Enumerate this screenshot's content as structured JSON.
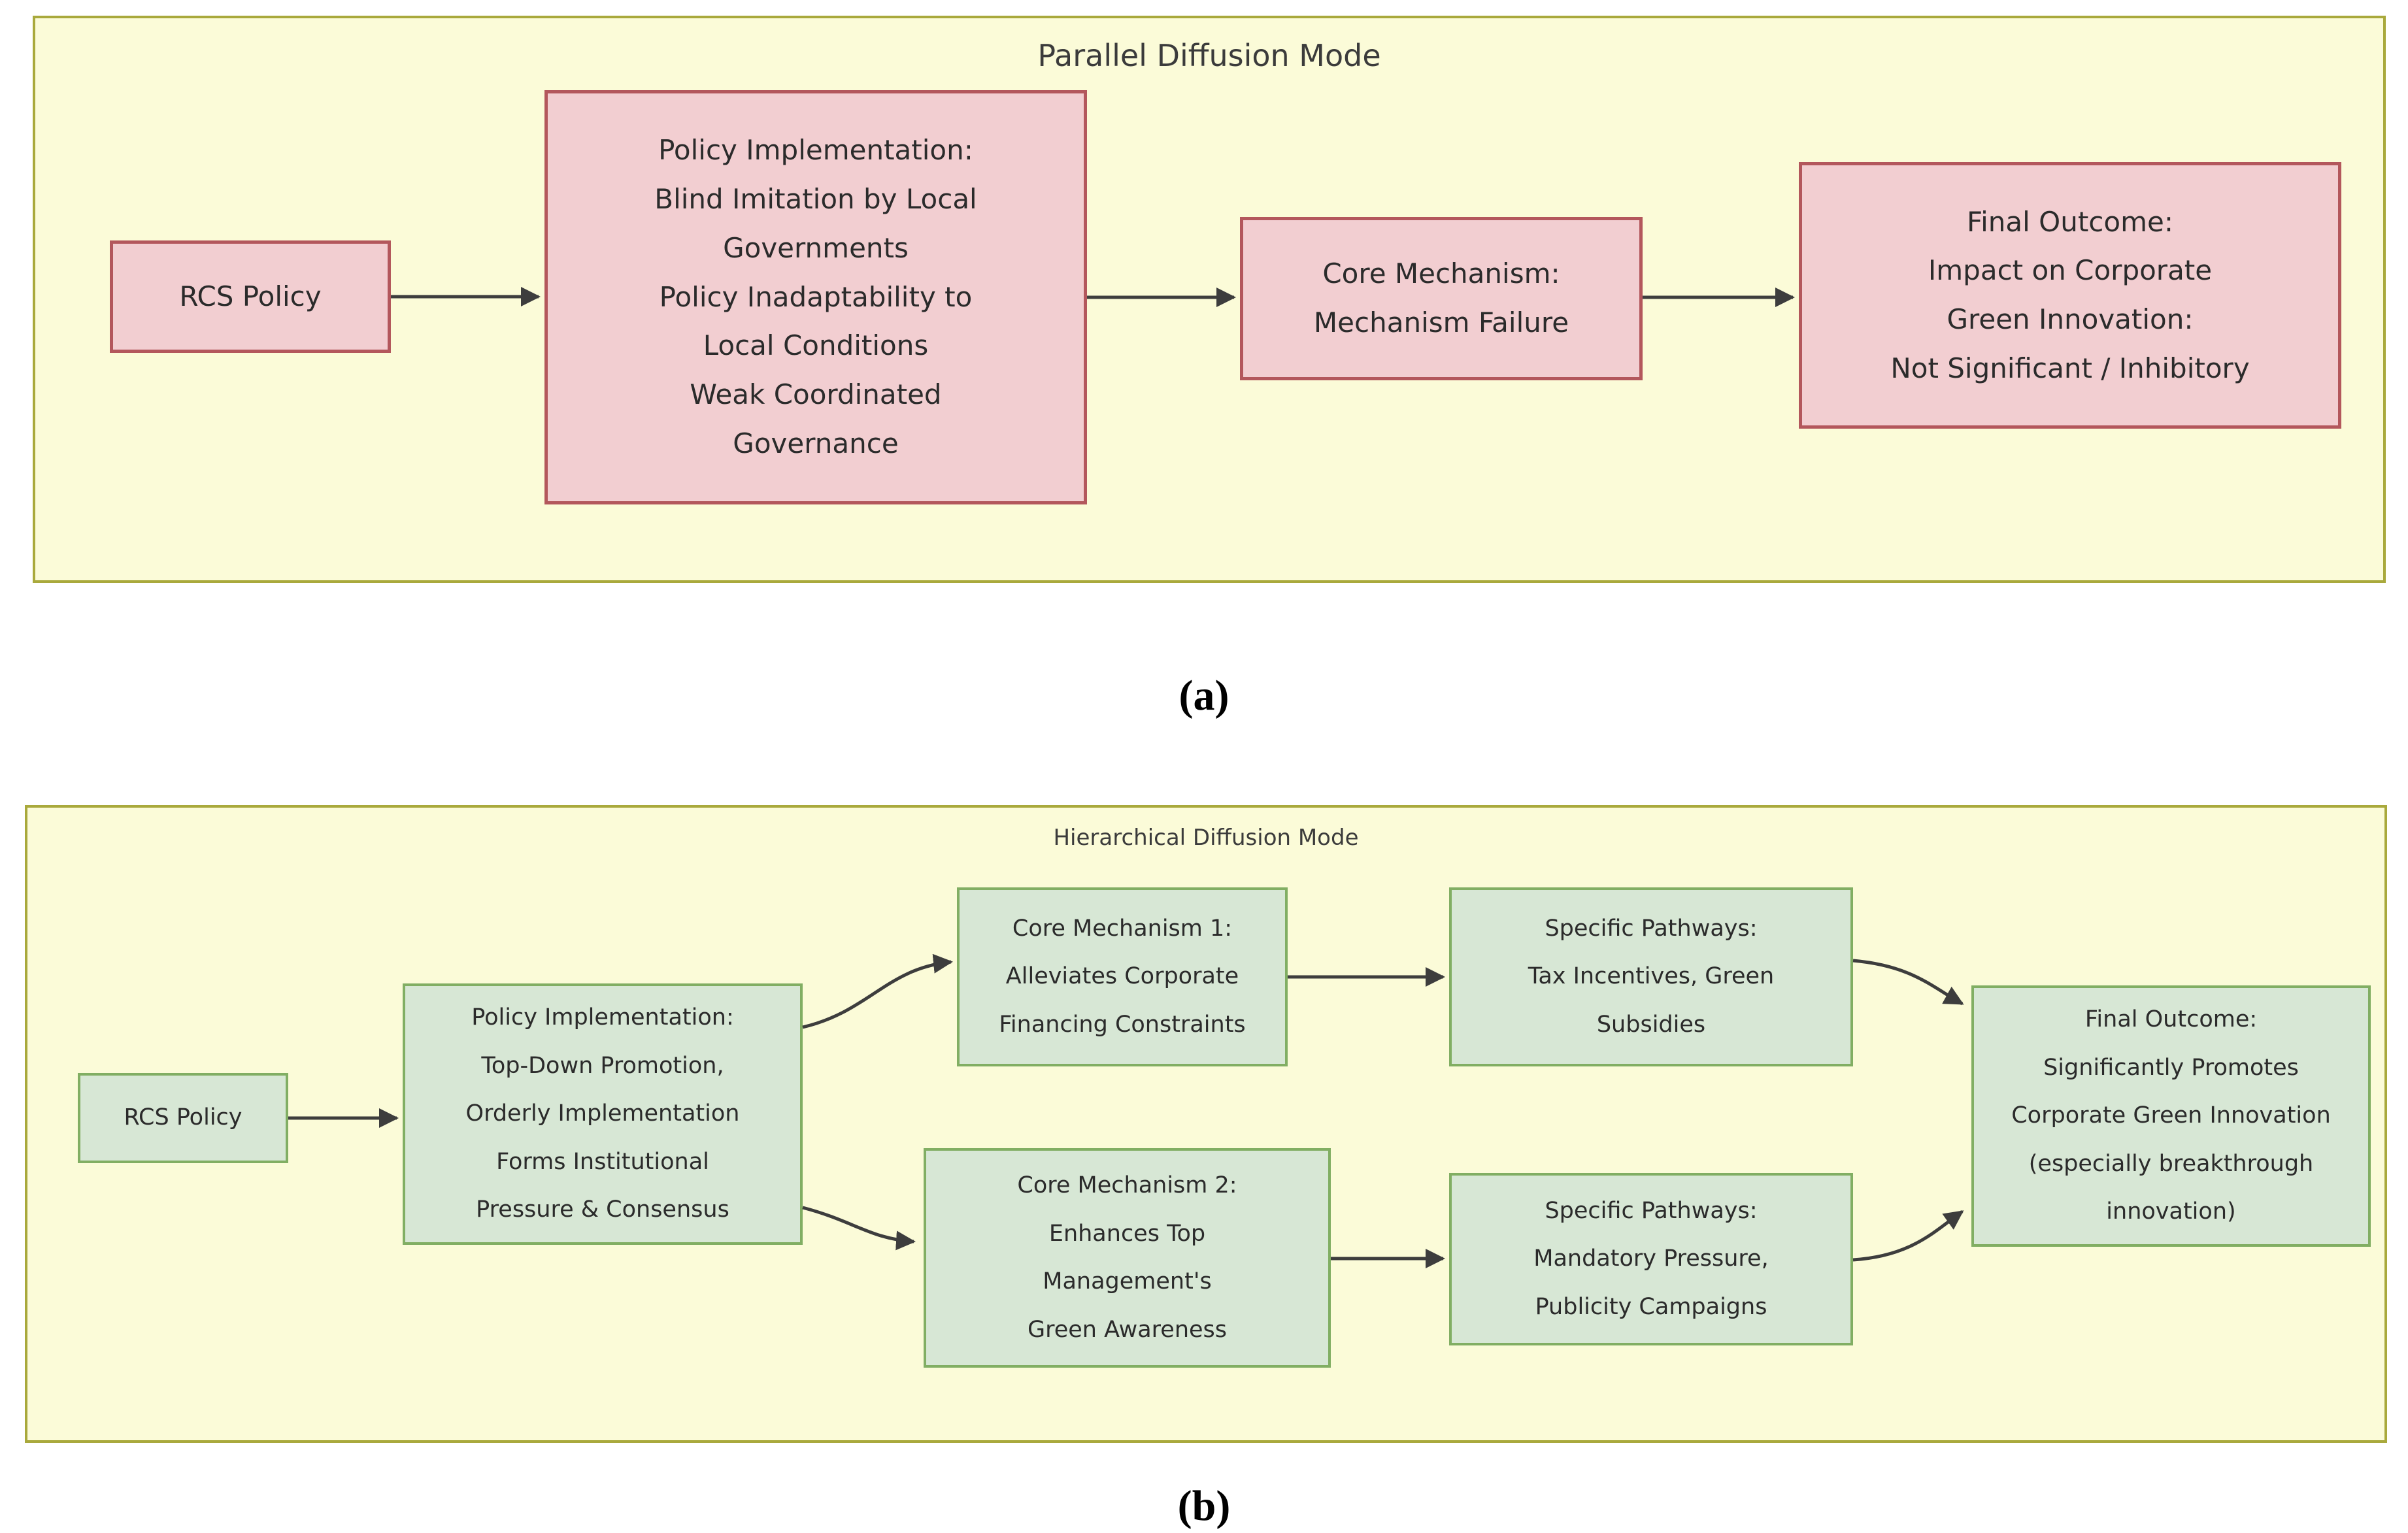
{
  "colors": {
    "panel-bg": "#FBFBD8",
    "panel-border": "#A9A93C",
    "red-fill": "#F2CED1",
    "red-border": "#B3575C",
    "green-fill": "#D7E7D5",
    "green-border": "#81AE63",
    "arrow": "#3D3D3D",
    "text": "#2B2B2B",
    "title": "#3B3B3B"
  },
  "panel_a": {
    "title": "Parallel Diffusion Mode",
    "caption": "(a)",
    "nodes": {
      "rcs_policy": {
        "text": "RCS Policy"
      },
      "policy_implementation": {
        "text": "Policy Implementation:\nBlind Imitation by Local\nGovernments\nPolicy Inadaptability to\nLocal Conditions\nWeak Coordinated\nGovernance"
      },
      "core_mechanism": {
        "text": "Core Mechanism:\nMechanism Failure"
      },
      "final_outcome": {
        "text": "Final Outcome:\nImpact on Corporate\nGreen Innovation:\nNot Significant / Inhibitory"
      }
    }
  },
  "panel_b": {
    "title": "Hierarchical Diffusion Mode",
    "caption": "(b)",
    "nodes": {
      "rcs_policy": {
        "text": "RCS Policy"
      },
      "policy_implementation": {
        "text": "Policy Implementation:\nTop-Down Promotion,\nOrderly Implementation\nForms Institutional\nPressure & Consensus"
      },
      "core_mechanism_1": {
        "text": "Core Mechanism 1:\nAlleviates Corporate\nFinancing Constraints"
      },
      "specific_pathways_1": {
        "text": "Specific Pathways:\nTax Incentives, Green\nSubsidies"
      },
      "core_mechanism_2": {
        "text": "Core Mechanism 2:\nEnhances Top\nManagement's\nGreen Awareness"
      },
      "specific_pathways_2": {
        "text": "Specific Pathways:\nMandatory Pressure,\nPublicity Campaigns"
      },
      "final_outcome": {
        "text": "Final Outcome:\nSignificantly Promotes\nCorporate Green Innovation\n(especially breakthrough\ninnovation)"
      }
    }
  }
}
